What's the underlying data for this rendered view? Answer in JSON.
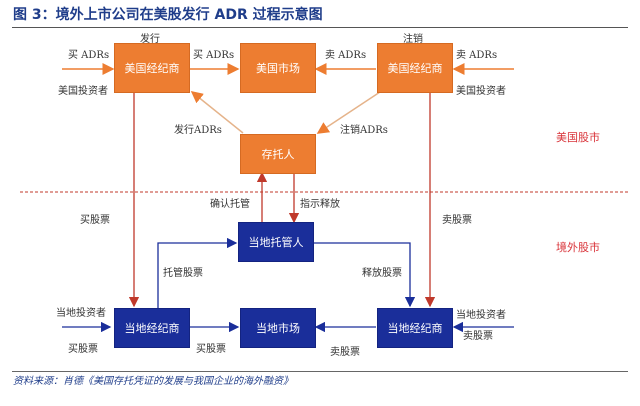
{
  "title": "图 3：境外上市公司在美股发行 ADR 过程示意图",
  "markets": {
    "us": "美国股市",
    "foreign": "境外股市"
  },
  "colors": {
    "us_box": "#ed7d31",
    "local_box": "#1a2e9a",
    "divider": "#c0392b",
    "market_label": "#d9343a"
  },
  "nodes": {
    "us_broker_left": "美国经纪商",
    "us_market": "美国市场",
    "us_broker_right": "美国经纪商",
    "depositary": "存托人",
    "local_custodian": "当地托管人",
    "local_broker_left": "当地经纪商",
    "local_market": "当地市场",
    "local_broker_right": "当地经纪商"
  },
  "labels": {
    "issue": "发行",
    "buy_adrs_1": "买 ADRs",
    "us_investor_left": "美国投资者",
    "buy_adrs_2": "买 ADRs",
    "sell_adrs_1": "卖 ADRs",
    "cancel": "注销",
    "sell_adrs_2": "卖 ADRs",
    "us_investor_right": "美国投资者",
    "issue_adrs": "发行ADRs",
    "cancel_adrs": "注销ADRs",
    "confirm_custody": "确认托管",
    "instruct_release": "指示释放",
    "buy_shares_left": "买股票",
    "sell_shares_right": "卖股票",
    "custody_shares": "托管股票",
    "release_shares": "释放股票",
    "local_investor_left": "当地投资者",
    "buy_shares_bottom_left": "买股票",
    "buy_shares_bottom_mid": "买股票",
    "sell_shares_bottom_mid": "卖股票",
    "local_investor_right": "当地投资者",
    "sell_shares_bottom_right": "卖股票"
  },
  "source": "资料来源：肖德《美国存托凭证的发展与我国企业的海外融资》"
}
